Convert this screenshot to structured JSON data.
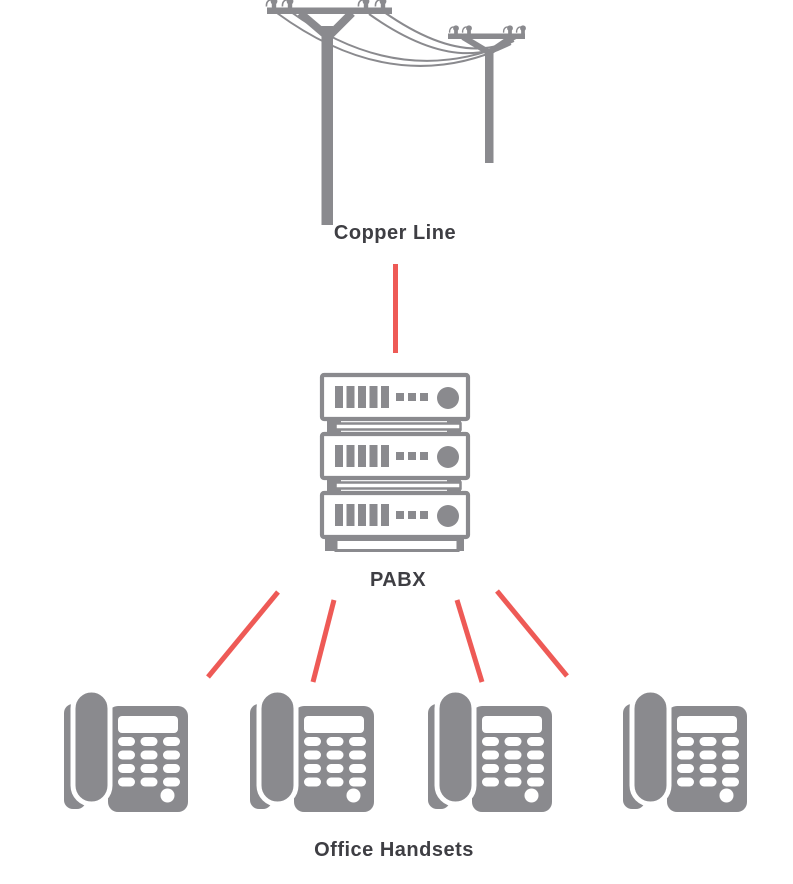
{
  "diagram": {
    "nodes": {
      "copper_line": {
        "label": "Copper Line",
        "icon": "telephone-poles",
        "pole_count": 2
      },
      "pabx": {
        "label": "PABX",
        "icon": "rack-stack",
        "rack_units": 3
      },
      "office_handsets": {
        "label": "Office Handsets",
        "icon": "desk-phone",
        "count": 4
      }
    },
    "connections": [
      {
        "from": "copper_line",
        "to": "pabx",
        "style": "red-line",
        "lines": 1
      },
      {
        "from": "pabx",
        "to": "office_handsets",
        "style": "red-line",
        "lines": 4
      }
    ]
  },
  "colors": {
    "gray": "#8A8A8E",
    "red": "#EE5A56",
    "text": "#3E3E43",
    "bg": "#FFFFFF",
    "white": "#FFFFFF"
  }
}
